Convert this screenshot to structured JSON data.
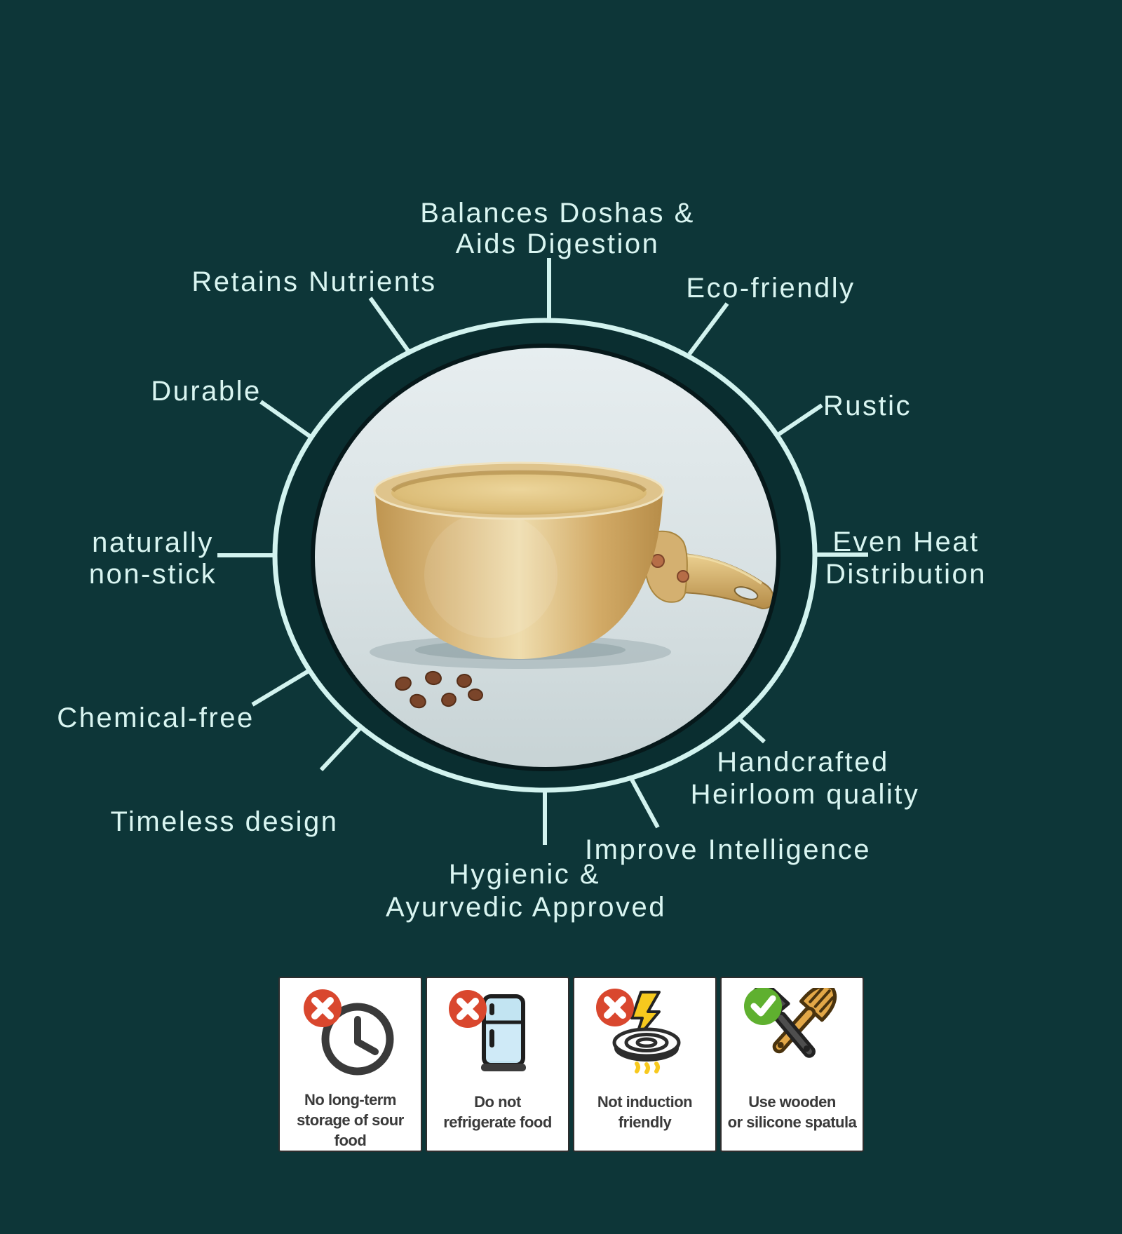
{
  "colors": {
    "background": "#0d3638",
    "accent_line": "#d2f3ef",
    "label_text": "#d9f5f1",
    "ring_fill": "#0a2e30",
    "photo_background": "#d9e2e4",
    "brass": "#d9b87c",
    "cross_badge_red": "#d9472e",
    "check_badge_green": "#5fb02f",
    "card_text": "#3a3a3a"
  },
  "features": [
    {
      "id": "balances-doshas",
      "lines": [
        "Balances Doshas &",
        "Aids Digestion"
      ]
    },
    {
      "id": "retains-nutrients",
      "lines": [
        "Retains Nutrients"
      ]
    },
    {
      "id": "eco-friendly",
      "lines": [
        "Eco-friendly"
      ]
    },
    {
      "id": "durable",
      "lines": [
        "Durable"
      ]
    },
    {
      "id": "rustic",
      "lines": [
        "Rustic"
      ]
    },
    {
      "id": "naturally-non-stick",
      "lines": [
        "naturally",
        "non-stick"
      ]
    },
    {
      "id": "even-heat-distribution",
      "lines": [
        "Even Heat",
        "Distribution"
      ]
    },
    {
      "id": "chemical-free",
      "lines": [
        "Chemical-free"
      ]
    },
    {
      "id": "timeless-design",
      "lines": [
        "Timeless design"
      ]
    },
    {
      "id": "handcrafted-heirloom",
      "lines": [
        "Handcrafted",
        "Heirloom quality"
      ]
    },
    {
      "id": "hygienic-ayurvedic",
      "lines": [
        "Hygienic &",
        "Ayurvedic Approved"
      ]
    },
    {
      "id": "improve-intelligence",
      "lines": [
        "Improve Intelligence"
      ]
    }
  ],
  "care_cards": [
    {
      "id": "no-sour-food-storage",
      "icon": "clock-crossed",
      "badge": "cross",
      "lines": [
        "No long-term",
        "storage of sour food"
      ]
    },
    {
      "id": "do-not-refrigerate",
      "icon": "fridge-crossed",
      "badge": "cross",
      "lines": [
        "Do not",
        "refrigerate food"
      ]
    },
    {
      "id": "not-induction-friendly",
      "icon": "induction-crossed",
      "badge": "cross",
      "lines": [
        "Not induction",
        "friendly"
      ]
    },
    {
      "id": "use-wooden-spatula",
      "icon": "spatula-approved",
      "badge": "check",
      "lines": [
        "Use wooden",
        "or silicone spatula"
      ]
    }
  ]
}
